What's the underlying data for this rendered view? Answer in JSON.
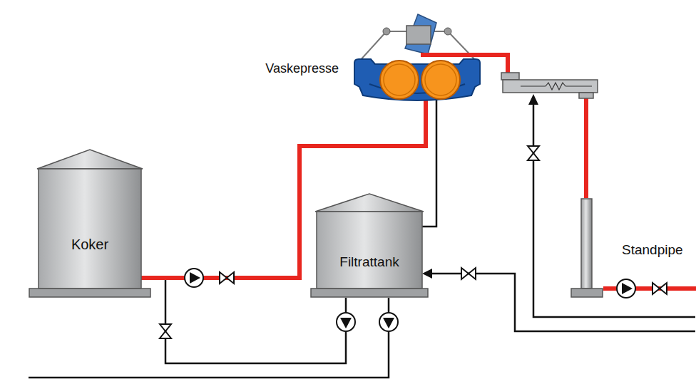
{
  "diagram": {
    "nodes": [
      {
        "text": [
          "Vaskepresse"
        ]
      },
      {
        "text": [
          "Koker"
        ]
      },
      {
        "text": [
          "Filtrattank"
        ]
      },
      {
        "text": [
          "Standpipe"
        ]
      }
    ],
    "edges": [
      {
        "from": 1,
        "to": 0,
        "arrow": "none"
      },
      {
        "from": 0,
        "to": 2,
        "arrow": "none"
      },
      {
        "from": 0,
        "to": 3,
        "arrow": "none"
      },
      {
        "from": 2,
        "to": 1,
        "arrow": "none"
      }
    ]
  }
}
